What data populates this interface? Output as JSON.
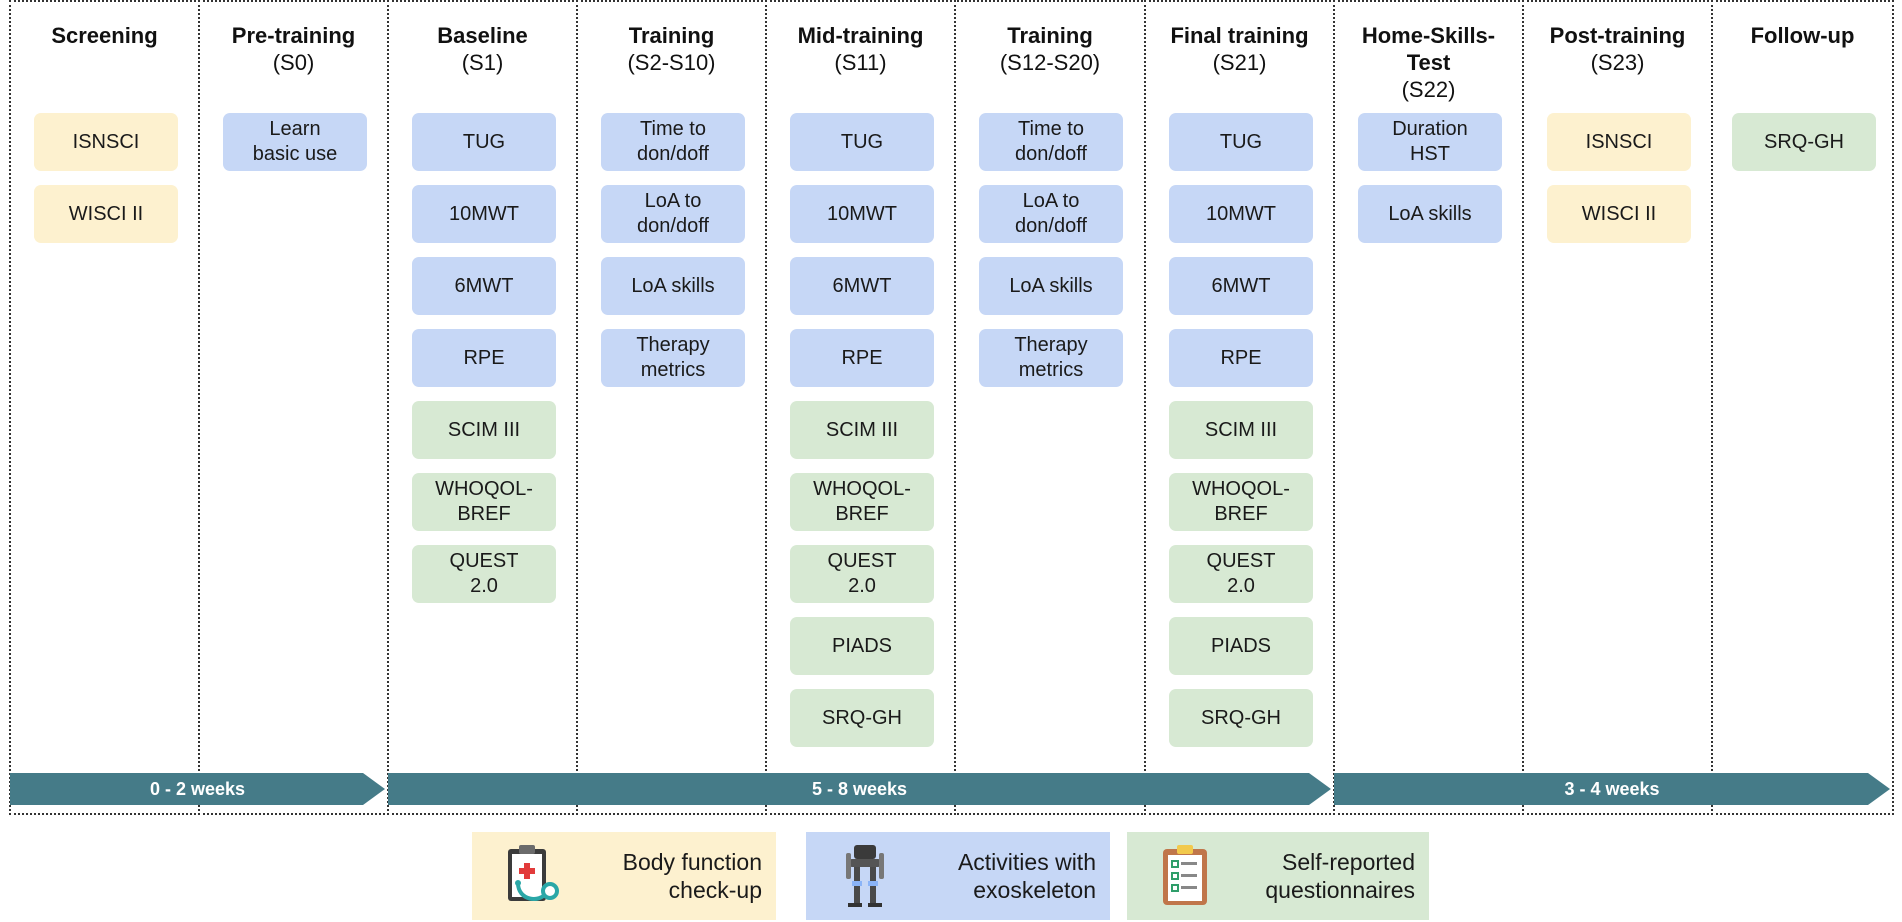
{
  "phases": [
    {
      "title": "Screening",
      "session": "",
      "items": [
        {
          "label": "ISNSCI",
          "category": "body"
        },
        {
          "label": "WISCI II",
          "category": "body"
        }
      ]
    },
    {
      "title": "Pre-training",
      "session": "(S0)",
      "items": [
        {
          "label": "Learn\nbasic use",
          "category": "activity"
        }
      ]
    },
    {
      "title": "Baseline",
      "session": "(S1)",
      "items": [
        {
          "label": "TUG",
          "category": "activity"
        },
        {
          "label": "10MWT",
          "category": "activity"
        },
        {
          "label": "6MWT",
          "category": "activity"
        },
        {
          "label": "RPE",
          "category": "activity"
        },
        {
          "label": "SCIM III",
          "category": "self"
        },
        {
          "label": "WHOQOL-\nBREF",
          "category": "self"
        },
        {
          "label": "QUEST\n2.0",
          "category": "self"
        }
      ]
    },
    {
      "title": "Training",
      "session": "(S2-S10)",
      "items": [
        {
          "label": "Time to\ndon/doff",
          "category": "activity"
        },
        {
          "label": "LoA to\ndon/doff",
          "category": "activity"
        },
        {
          "label": "LoA skills",
          "category": "activity"
        },
        {
          "label": "Therapy\nmetrics",
          "category": "activity"
        }
      ]
    },
    {
      "title": "Mid-training",
      "session": "(S11)",
      "items": [
        {
          "label": "TUG",
          "category": "activity"
        },
        {
          "label": "10MWT",
          "category": "activity"
        },
        {
          "label": "6MWT",
          "category": "activity"
        },
        {
          "label": "RPE",
          "category": "activity"
        },
        {
          "label": "SCIM III",
          "category": "self"
        },
        {
          "label": "WHOQOL-\nBREF",
          "category": "self"
        },
        {
          "label": "QUEST\n2.0",
          "category": "self"
        },
        {
          "label": "PIADS",
          "category": "self"
        },
        {
          "label": "SRQ-GH",
          "category": "self"
        }
      ]
    },
    {
      "title": "Training",
      "session": "(S12-S20)",
      "items": [
        {
          "label": "Time to\ndon/doff",
          "category": "activity"
        },
        {
          "label": "LoA to\ndon/doff",
          "category": "activity"
        },
        {
          "label": "LoA skills",
          "category": "activity"
        },
        {
          "label": "Therapy\nmetrics",
          "category": "activity"
        }
      ]
    },
    {
      "title": "Final training",
      "session": "(S21)",
      "items": [
        {
          "label": "TUG",
          "category": "activity"
        },
        {
          "label": "10MWT",
          "category": "activity"
        },
        {
          "label": "6MWT",
          "category": "activity"
        },
        {
          "label": "RPE",
          "category": "activity"
        },
        {
          "label": "SCIM III",
          "category": "self"
        },
        {
          "label": "WHOQOL-\nBREF",
          "category": "self"
        },
        {
          "label": "QUEST\n2.0",
          "category": "self"
        },
        {
          "label": "PIADS",
          "category": "self"
        },
        {
          "label": "SRQ-GH",
          "category": "self"
        }
      ]
    },
    {
      "title": "Home-Skills-\nTest",
      "session": "(S22)",
      "items": [
        {
          "label": "Duration\nHST",
          "category": "activity"
        },
        {
          "label": "LoA skills",
          "category": "activity"
        }
      ]
    },
    {
      "title": "Post-training",
      "session": "(S23)",
      "items": [
        {
          "label": "ISNSCI",
          "category": "body"
        },
        {
          "label": "WISCI II",
          "category": "body"
        }
      ]
    },
    {
      "title": "Follow-up",
      "session": "",
      "items": [
        {
          "label": "SRQ-GH",
          "category": "self"
        }
      ]
    }
  ],
  "durations": [
    {
      "label": "0 - 2 weeks",
      "span": [
        0,
        1
      ]
    },
    {
      "label": "5 - 8 weeks",
      "span": [
        2,
        6
      ]
    },
    {
      "label": "3 - 4 weeks",
      "span": [
        7,
        9
      ]
    }
  ],
  "legend": [
    {
      "label": "Body function\ncheck-up",
      "category": "body",
      "icon": "clipboard-stethoscope-icon"
    },
    {
      "label": "Activities with\nexoskeleton",
      "category": "activity",
      "icon": "exoskeleton-icon"
    },
    {
      "label": "Self-reported\nquestionnaires",
      "category": "self",
      "icon": "questionnaire-clipboard-icon"
    }
  ],
  "colors": {
    "body": "#fdf1cf",
    "activity": "#c6d7f6",
    "self": "#d7e9d3",
    "duration_arrow": "#457b88"
  }
}
